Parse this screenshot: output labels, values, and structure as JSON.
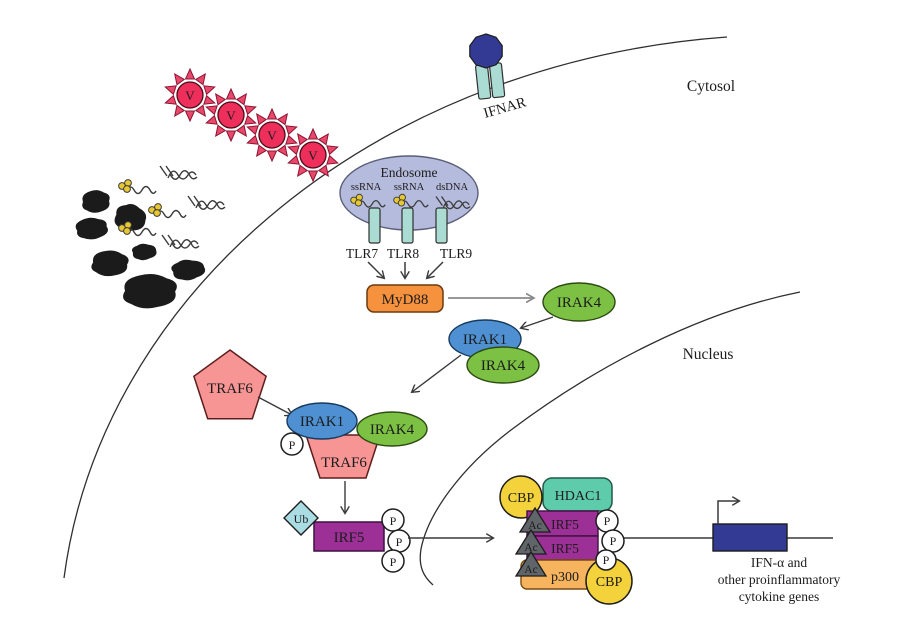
{
  "regions": {
    "cytosol": "Cytosol",
    "nucleus": "Nucleus"
  },
  "membrane_receptor": {
    "label": "IFNAR"
  },
  "virus": {
    "label": "V"
  },
  "endosome": {
    "title": "Endosome",
    "cargo": [
      "ssRNA",
      "ssRNA",
      "dsDNA"
    ],
    "tlrs": [
      "TLR7",
      "TLR8",
      "TLR9"
    ]
  },
  "signaling": {
    "myd88": "MyD88",
    "irak4": "IRAK4",
    "irak1": "IRAK1",
    "traf6": "TRAF6",
    "irf5": "IRF5"
  },
  "nuclear_complex": {
    "cbp": "CBP",
    "hdac1": "HDAC1",
    "p300": "p300",
    "irf5": "IRF5"
  },
  "modifications": {
    "phospho": "P",
    "ubiquitin": "Ub",
    "acetyl": "Ac"
  },
  "gene": {
    "line1": "IFN-α and",
    "line2": "other proinflammatory",
    "line3": "cytokine genes"
  },
  "colors": {
    "virus_red": "#ee2f5c",
    "virus_spike": "#e8486b",
    "endosome_fill": "#b5bbdc",
    "receptor_teal": "#abdcd3",
    "myd88_orange": "#f6913d",
    "irak4_green": "#7cc143",
    "irak1_blue": "#4e90d2",
    "traf6_pink": "#f79494",
    "irf5_purple": "#9c3097",
    "ub_cyan": "#a9dce3",
    "cbp_yellow": "#f3d23c",
    "hdac1_teal": "#5ecbaa",
    "p300_orange": "#f6b45e",
    "ac_gray": "#5f6568",
    "gene_navy": "#333a93",
    "debris_black": "#1b1b1b",
    "rna_dot_yellow": "#e8c832"
  }
}
